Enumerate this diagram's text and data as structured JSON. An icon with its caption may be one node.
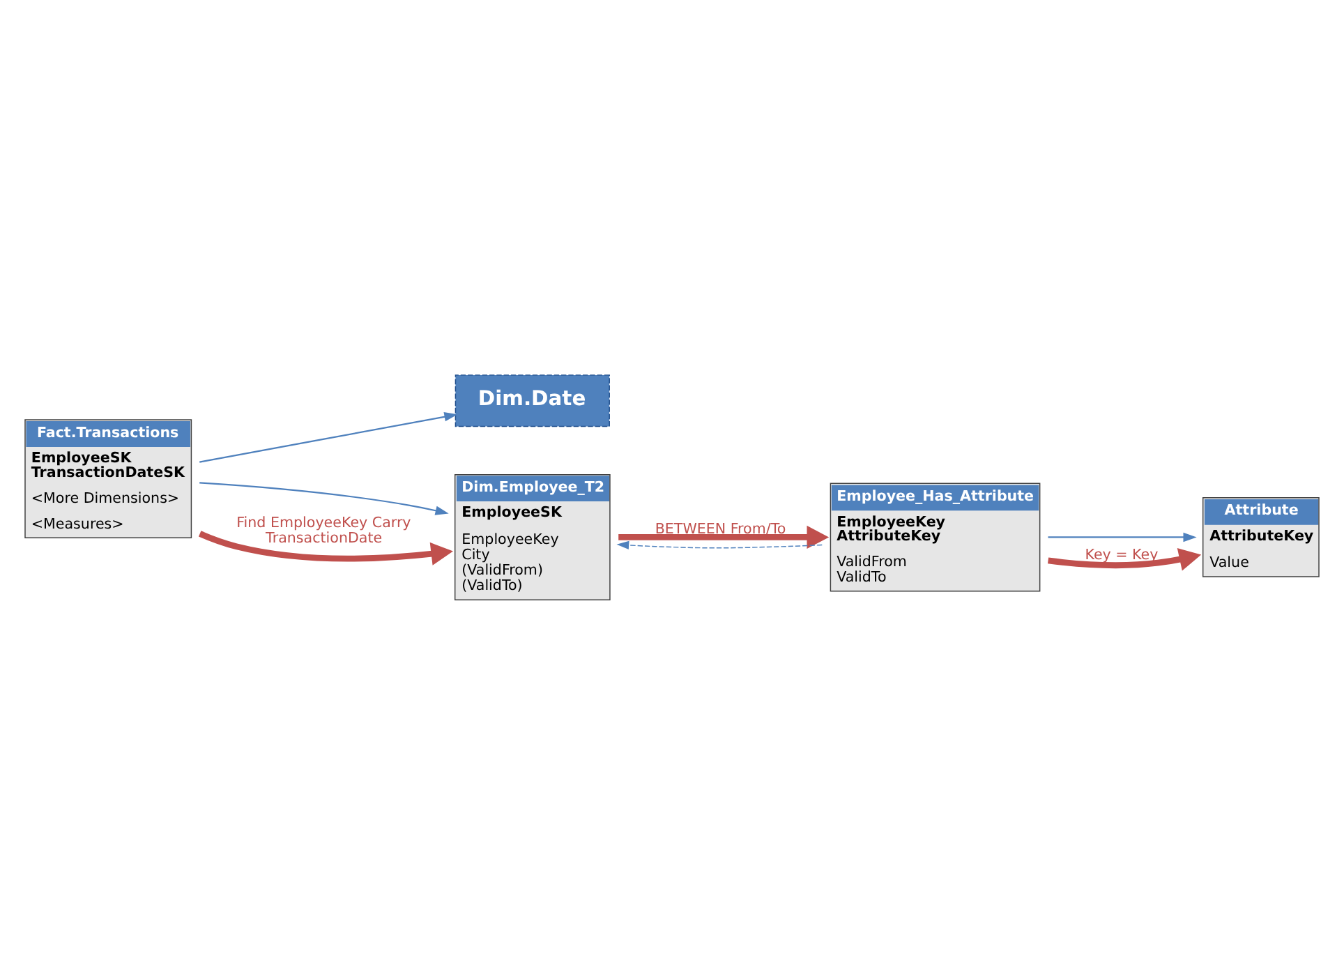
{
  "diagram": {
    "nodes": [
      {
        "text": [
          "Dim.Date"
        ]
      },
      {
        "text": [
          "Fact.Transactions",
          "EmployeeSK TransactionDateSK",
          "<More Dimensions>",
          "<Measures>"
        ]
      },
      {
        "text": [
          "Dim.Employee_T2",
          "EmployeeSK",
          "EmployeeKey City (ValidFrom) (ValidTo)"
        ]
      },
      {
        "text": [
          "Employee_Has_Attribute",
          "EmployeeKey AttributeKey",
          "ValidFrom ValidTo"
        ]
      },
      {
        "text": [
          "Attribute",
          "AttributeKey",
          "Value"
        ]
      }
    ],
    "edges": [
      {
        "from": 1,
        "to": 0,
        "arrow": "to"
      },
      {
        "from": 1,
        "to": 2,
        "arrow": "to"
      },
      {
        "from": 3,
        "to": 2,
        "arrow": "to",
        "style": "dashed"
      },
      {
        "from": 3,
        "to": 4,
        "arrow": "to"
      },
      {
        "from": 1,
        "to": 2,
        "arrow": "to",
        "label": "Find EmployeeKey Carry TransactionDate",
        "style": "thick",
        "color": "#c0504d"
      },
      {
        "from": 2,
        "to": 3,
        "arrow": "to",
        "label": "BETWEEN From/To",
        "style": "thick",
        "color": "#c0504d"
      },
      {
        "from": 3,
        "to": 4,
        "arrow": "to",
        "label": "Key = Key",
        "style": "thick",
        "color": "#c0504d"
      }
    ]
  }
}
